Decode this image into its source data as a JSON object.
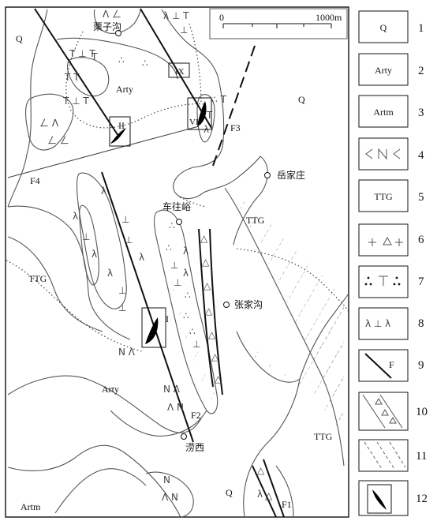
{
  "scale": {
    "start": "0",
    "end": "1000m"
  },
  "map_labels": {
    "q_top_left": "Q",
    "q_right": "Q",
    "q_bottom": "Q",
    "arty_top": "Arty",
    "arty_bottom": "Arty",
    "artm": "Artm",
    "ttg_left": "TTG",
    "ttg_center": "TTG",
    "ttg_bottom_right": "TTG",
    "f1": "F1",
    "f2": "F2",
    "f3": "F3",
    "f4": "F4",
    "ore_i": "I",
    "ore_ii": "II",
    "ore_vii": "VII",
    "ore_ix": "IX"
  },
  "places": {
    "lizigou": "栗子沟",
    "yuejiazhuang": "岳家庄",
    "chewangyu": "车往峪",
    "zhangjiagou": "张家沟",
    "laoxi": "涝西"
  },
  "legend": [
    {
      "num": "1",
      "text": "Q"
    },
    {
      "num": "2",
      "text": "Arty"
    },
    {
      "num": "3",
      "text": "Artm"
    },
    {
      "num": "4",
      "text": ""
    },
    {
      "num": "5",
      "text": "TTG"
    },
    {
      "num": "6",
      "text": ""
    },
    {
      "num": "7",
      "text": ""
    },
    {
      "num": "8",
      "text": ""
    },
    {
      "num": "9",
      "text": "F"
    },
    {
      "num": "10",
      "text": ""
    },
    {
      "num": "11",
      "text": ""
    },
    {
      "num": "12",
      "text": ""
    }
  ],
  "colors": {
    "line": "#111111",
    "contour": "#555555",
    "ore": "#000000"
  }
}
